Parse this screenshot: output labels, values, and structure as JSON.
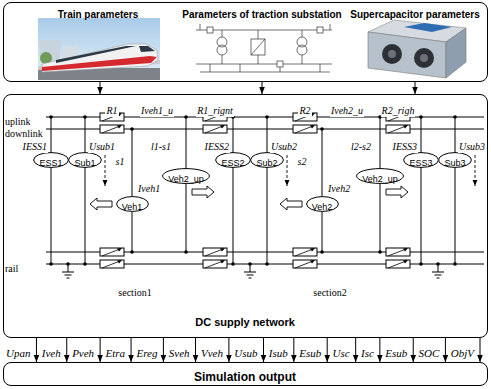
{
  "diagram": {
    "nodes": [
      {
        "text": [
          "Train parameters",
          "Parameters of traction substation",
          "Supercapacitor parameters"
        ]
      },
      {
        "text": [
          "DC supply network"
        ]
      },
      {
        "text": [
          "ESS1"
        ],
        "in": 1
      },
      {
        "text": [
          "Sub1"
        ],
        "in": 1
      },
      {
        "text": [
          "Veh1"
        ],
        "in": 1
      },
      {
        "text": [
          "Veh2_up"
        ],
        "in": 1
      },
      {
        "text": [
          "ESS2"
        ],
        "in": 1
      },
      {
        "text": [
          "Sub2"
        ],
        "in": 1
      },
      {
        "text": [
          "Veh2"
        ],
        "in": 1
      },
      {
        "text": [
          "Veh2_up"
        ],
        "in": 1
      },
      {
        "text": [
          "ESS3"
        ],
        "in": 1
      },
      {
        "text": [
          "Sub3"
        ],
        "in": 1
      },
      {
        "text": [
          "Simulation output"
        ]
      }
    ],
    "edges": [
      {
        "from": 0,
        "to": 1,
        "arrow": "to"
      },
      {
        "from": 0,
        "to": 1,
        "arrow": "to"
      },
      {
        "from": 0,
        "to": 1,
        "arrow": "to"
      },
      {
        "from": 1,
        "to": 12,
        "arrow": "to",
        "label": "Upan"
      },
      {
        "from": 1,
        "to": 12,
        "arrow": "to",
        "label": "Iveh"
      },
      {
        "from": 1,
        "to": 12,
        "arrow": "to",
        "label": "Pveh"
      },
      {
        "from": 1,
        "to": 12,
        "arrow": "to",
        "label": "Etra"
      },
      {
        "from": 1,
        "to": 12,
        "arrow": "to",
        "label": "Ereg"
      },
      {
        "from": 1,
        "to": 12,
        "arrow": "to",
        "label": "Sveh"
      },
      {
        "from": 1,
        "to": 12,
        "arrow": "to",
        "label": "Vveh"
      },
      {
        "from": 1,
        "to": 12,
        "arrow": "to",
        "label": "Usub"
      },
      {
        "from": 1,
        "to": 12,
        "arrow": "to",
        "label": "Isub"
      },
      {
        "from": 1,
        "to": 12,
        "arrow": "to",
        "label": "Esub"
      },
      {
        "from": 1,
        "to": 12,
        "arrow": "to",
        "label": "Usc"
      },
      {
        "from": 1,
        "to": 12,
        "arrow": "to",
        "label": "Isc"
      },
      {
        "from": 1,
        "to": 12,
        "arrow": "to",
        "label": "Esub"
      },
      {
        "from": 1,
        "to": 12,
        "arrow": "to",
        "label": "SOC"
      },
      {
        "from": 1,
        "to": 12,
        "arrow": "to",
        "label": "ObjV"
      }
    ],
    "labels": [
      "uplink",
      "downlink",
      "R1",
      "Iveh1_u",
      "R1_rignt",
      "R2",
      "Iveh2_u",
      "R2_righ",
      "IESS1",
      "Usub1",
      "l1-s1",
      "IESS2",
      "Usub2",
      "l2-s2",
      "IESS3",
      "Usub3",
      "s1",
      "s2",
      "Iveh1",
      "Iveh2",
      "rail",
      "section1",
      "section2"
    ]
  }
}
